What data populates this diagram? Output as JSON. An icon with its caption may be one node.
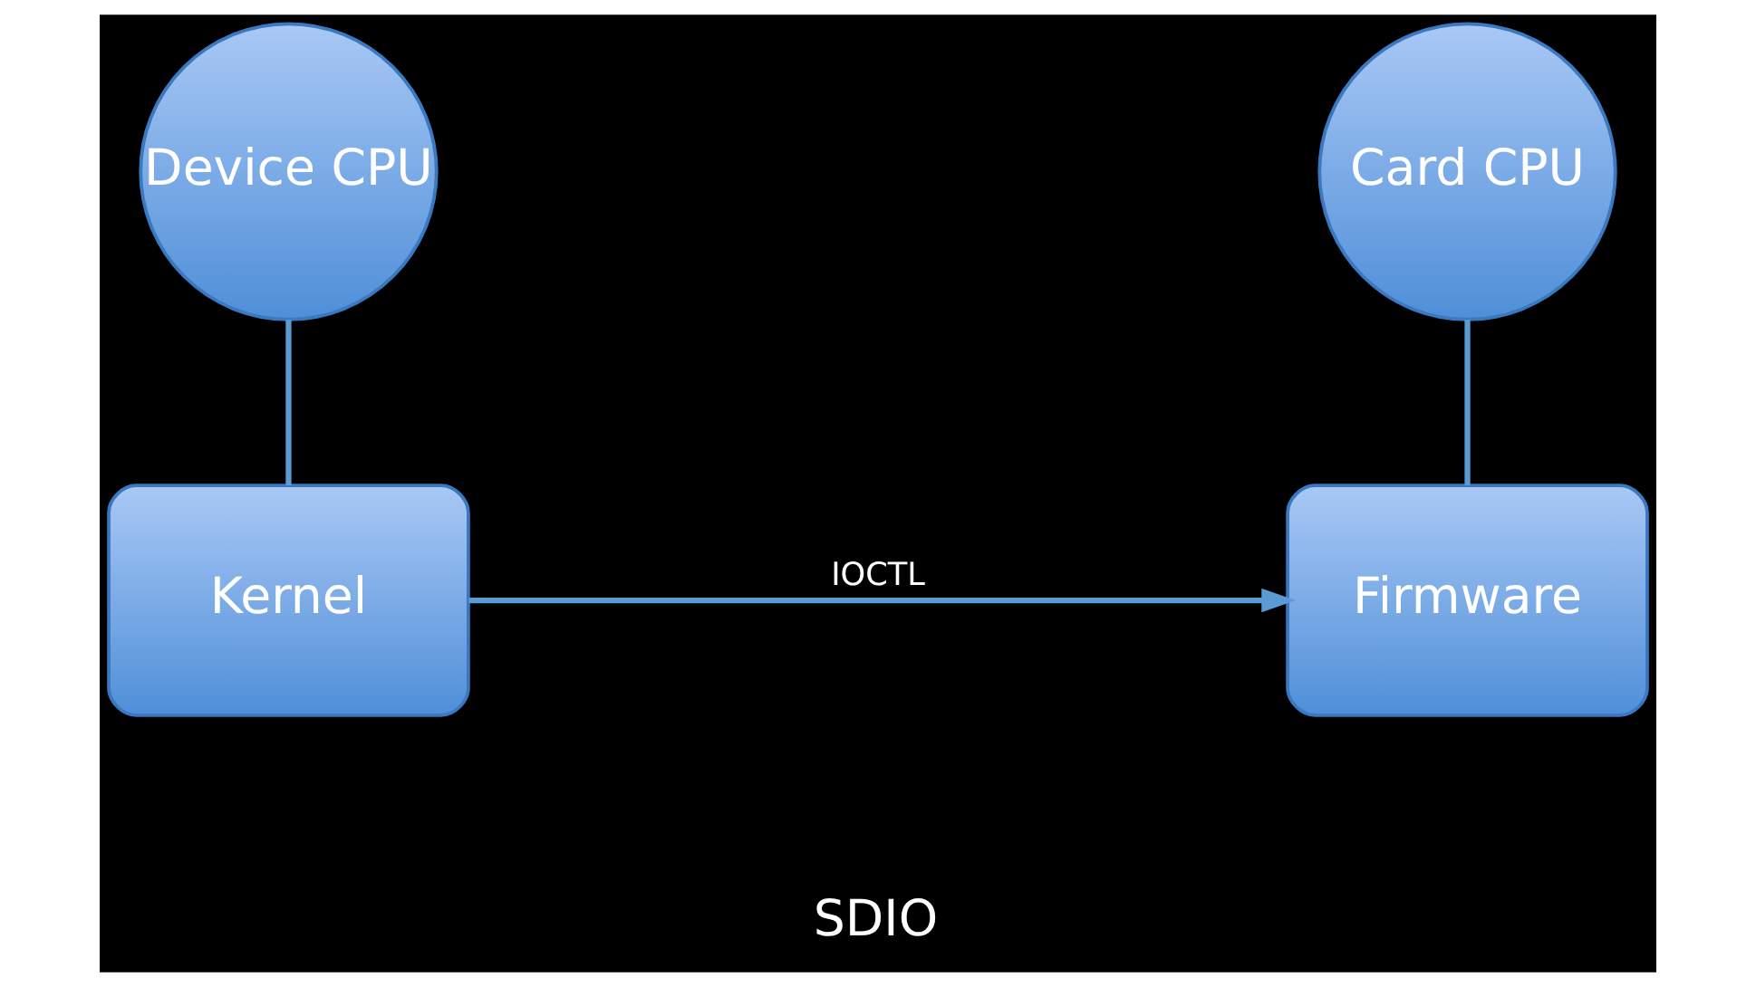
{
  "diagram": {
    "nodes": [
      {
        "text": [
          "Device CPU"
        ]
      },
      {
        "text": [
          "Card CPU"
        ]
      },
      {
        "text": [
          "Kernel"
        ]
      },
      {
        "text": [
          "Firmware"
        ]
      }
    ],
    "edges": [
      {
        "from": 0,
        "to": 2,
        "arrow": "none"
      },
      {
        "from": 1,
        "to": 3,
        "arrow": "none"
      },
      {
        "from": 2,
        "to": 3,
        "arrow": "to",
        "label": "IOCTL"
      }
    ],
    "labels": [
      "SDIO"
    ]
  }
}
